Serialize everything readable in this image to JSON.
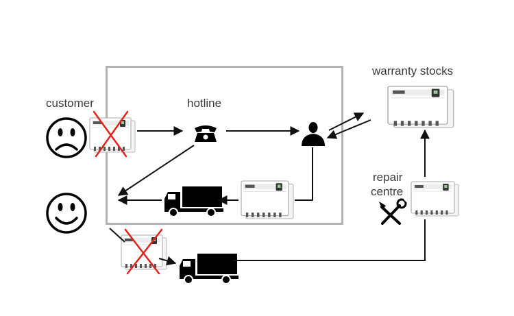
{
  "labels": {
    "customer": "customer",
    "hotline": "hotline",
    "warranty_stocks": "warranty stocks",
    "repair_line1": "repair",
    "repair_line2": "centre"
  },
  "icons": {
    "sad_face": "sad-face-icon",
    "happy_face": "happy-face-icon",
    "phone": "telephone-icon",
    "agent": "person-icon",
    "truck": "truck-icon",
    "tools": "tools-icon",
    "device": "inverter-device",
    "reject": "red-x-mark"
  },
  "colors": {
    "box_border": "#b3b3b3",
    "arrow": "#111111",
    "reject_x": "#e0241b",
    "label": "#3a3a3a"
  }
}
